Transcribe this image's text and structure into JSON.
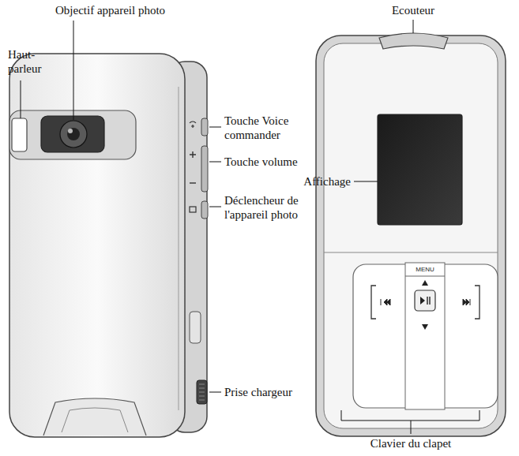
{
  "diagram": {
    "labels": [
      "Objectif appareil photo",
      "Haut- parleur",
      "Touche Voice commander",
      "Touche volume",
      "Déclencheur de l'appareil photo",
      "Prise chargeur",
      "Ecouteur",
      "Affichage",
      "MENU",
      "Clavier du clapet"
    ]
  }
}
